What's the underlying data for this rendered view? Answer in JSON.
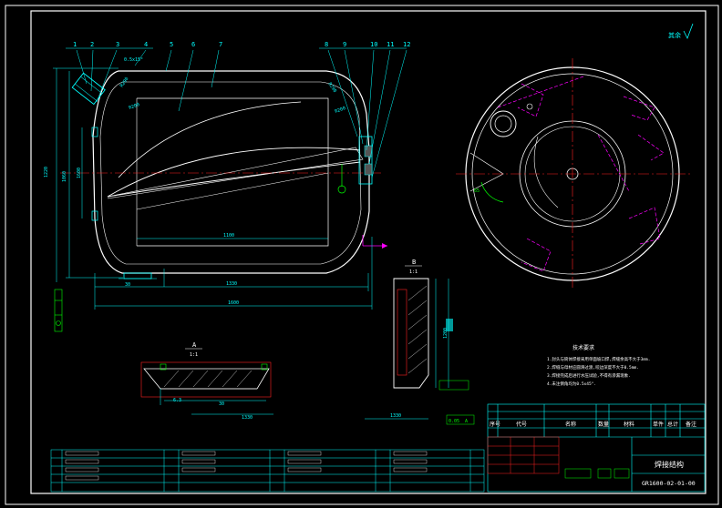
{
  "drawing": {
    "part_numbers": [
      "1",
      "2",
      "3",
      "4",
      "5",
      "6",
      "7",
      "8",
      "9",
      "10",
      "11",
      "12"
    ],
    "corner_mark": "其余",
    "dimensions": {
      "overall_length": "1600",
      "inner_length": "1330",
      "inner_span": "1100",
      "height": "1220",
      "inner_height": "1060",
      "left_radius": "R200",
      "right_radius": "R200",
      "corner_r_left": "R290",
      "corner_r_right": "R290",
      "bottom_width": "30",
      "chamfer": "0.5x15°",
      "roughness": "6.3",
      "ring_dim": "65",
      "section_dim": "1330",
      "section_height": "1200",
      "detail_width": "30",
      "tolerance": "0.05",
      "datum": "A"
    },
    "section_labels": {
      "section_a": "A",
      "section_a_sub": "1:1",
      "section_b": "B",
      "section_b_sub": "1:1"
    },
    "notes": {
      "title": "技术要求",
      "items": [
        "1.封头与筒体焊接采用单面坡口焊,焊缝余高不大于3mm.",
        "2.焊缝与母材应圆滑过渡,咬边深度不大于0.5mm.",
        "3.焊接完成后进行水压试验,不得有渗漏现象.",
        "4.未注倒角均为0.5x45°."
      ]
    },
    "title_block": {
      "columns": [
        "序号",
        "代号",
        "名称",
        "数量",
        "材料",
        "单件",
        "总计",
        "备注"
      ],
      "part_name": "焊接结构",
      "drawing_number": "GR1600-02-01-00"
    }
  }
}
